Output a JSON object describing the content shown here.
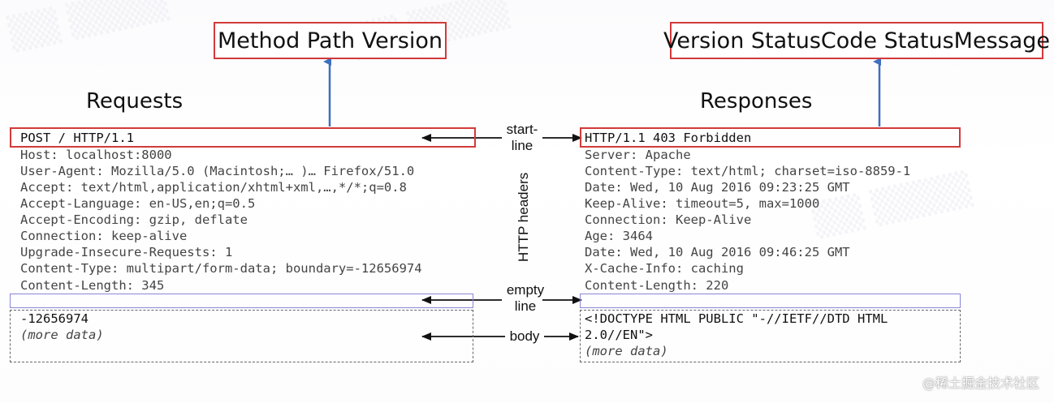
{
  "callouts": {
    "request_start_parts": "Method Path Version",
    "response_start_parts": "Version StatusCode StatusMessage"
  },
  "headings": {
    "requests": "Requests",
    "responses": "Responses"
  },
  "middle_labels": {
    "start_line": "start-\nline",
    "http_headers": "HTTP headers",
    "empty_line": "empty\nline",
    "body": "body"
  },
  "request": {
    "start_line": "POST / HTTP/1.1",
    "headers": [
      "Host: localhost:8000",
      "User-Agent: Mozilla/5.0 (Macintosh;… )… Firefox/51.0",
      "Accept: text/html,application/xhtml+xml,…,*/*;q=0.8",
      "Accept-Language: en-US,en;q=0.5",
      "Accept-Encoding: gzip, deflate",
      "Connection: keep-alive",
      "Upgrade-Insecure-Requests: 1",
      "Content-Type: multipart/form-data; boundary=-12656974",
      "Content-Length: 345"
    ],
    "body": [
      "-12656974",
      "(more data)"
    ]
  },
  "response": {
    "start_line": "HTTP/1.1 403 Forbidden",
    "headers": [
      "Server: Apache",
      "Content-Type: text/html; charset=iso-8859-1",
      "Date: Wed, 10 Aug 2016 09:23:25 GMT",
      "Keep-Alive: timeout=5, max=1000",
      "Connection: Keep-Alive",
      "Age: 3464",
      "Date: Wed, 10 Aug 2016 09:46:25 GMT",
      "X-Cache-Info: caching",
      "Content-Length: 220"
    ],
    "body": [
      "<!DOCTYPE HTML PUBLIC \"-//IETF//DTD HTML",
      "2.0//EN\">",
      "(more data)"
    ]
  },
  "footer_watermark": "@稀土掘金技术社区",
  "colors": {
    "callout_border": "#d23a3a",
    "vertical_arrow": "#3f6fbf",
    "empty_line_border": "#8a86d6",
    "text": "#444444"
  }
}
